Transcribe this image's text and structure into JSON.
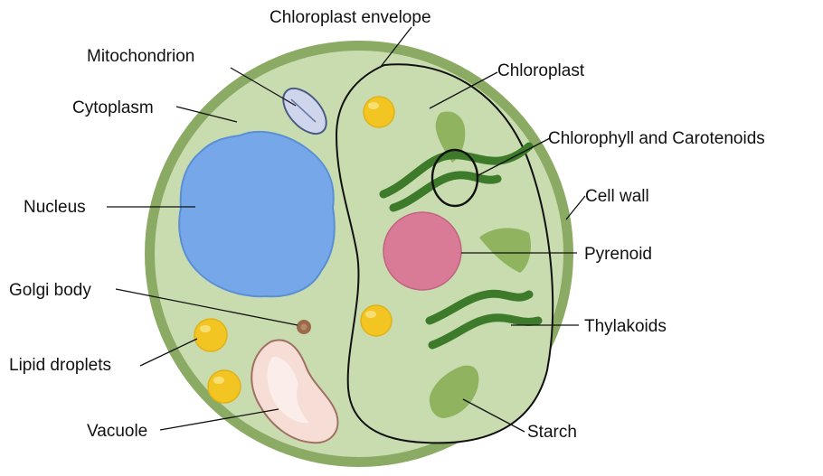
{
  "labels": {
    "chloroplast_envelope": "Chloroplast envelope",
    "mitochondrion": "Mitochondrion",
    "chloroplast": "Chloroplast",
    "cytoplasm": "Cytoplasm",
    "chlorophyll": "Chlorophyll and Carotenoids",
    "cell_wall": "Cell wall",
    "nucleus": "Nucleus",
    "pyrenoid": "Pyrenoid",
    "golgi_body": "Golgi body",
    "thylakoids": "Thylakoids",
    "lipid_droplets": "Lipid droplets",
    "vacuole": "Vacuole",
    "starch": "Starch"
  },
  "colors": {
    "cell_wall": "#8bab65",
    "cytoplasm": "#c9dcb0",
    "nucleus": "#76a7e8",
    "nucleus_edge": "#5a8fd6",
    "mitochondrion": "#cfd6ec",
    "pyrenoid": "#d97a96",
    "thylakoid": "#3d7a2a",
    "starch": "#8fb35f",
    "lipid": "#f2c522",
    "golgi": "#9a6a4a",
    "vacuole": "#f6ddd5",
    "outline": "#111111"
  }
}
